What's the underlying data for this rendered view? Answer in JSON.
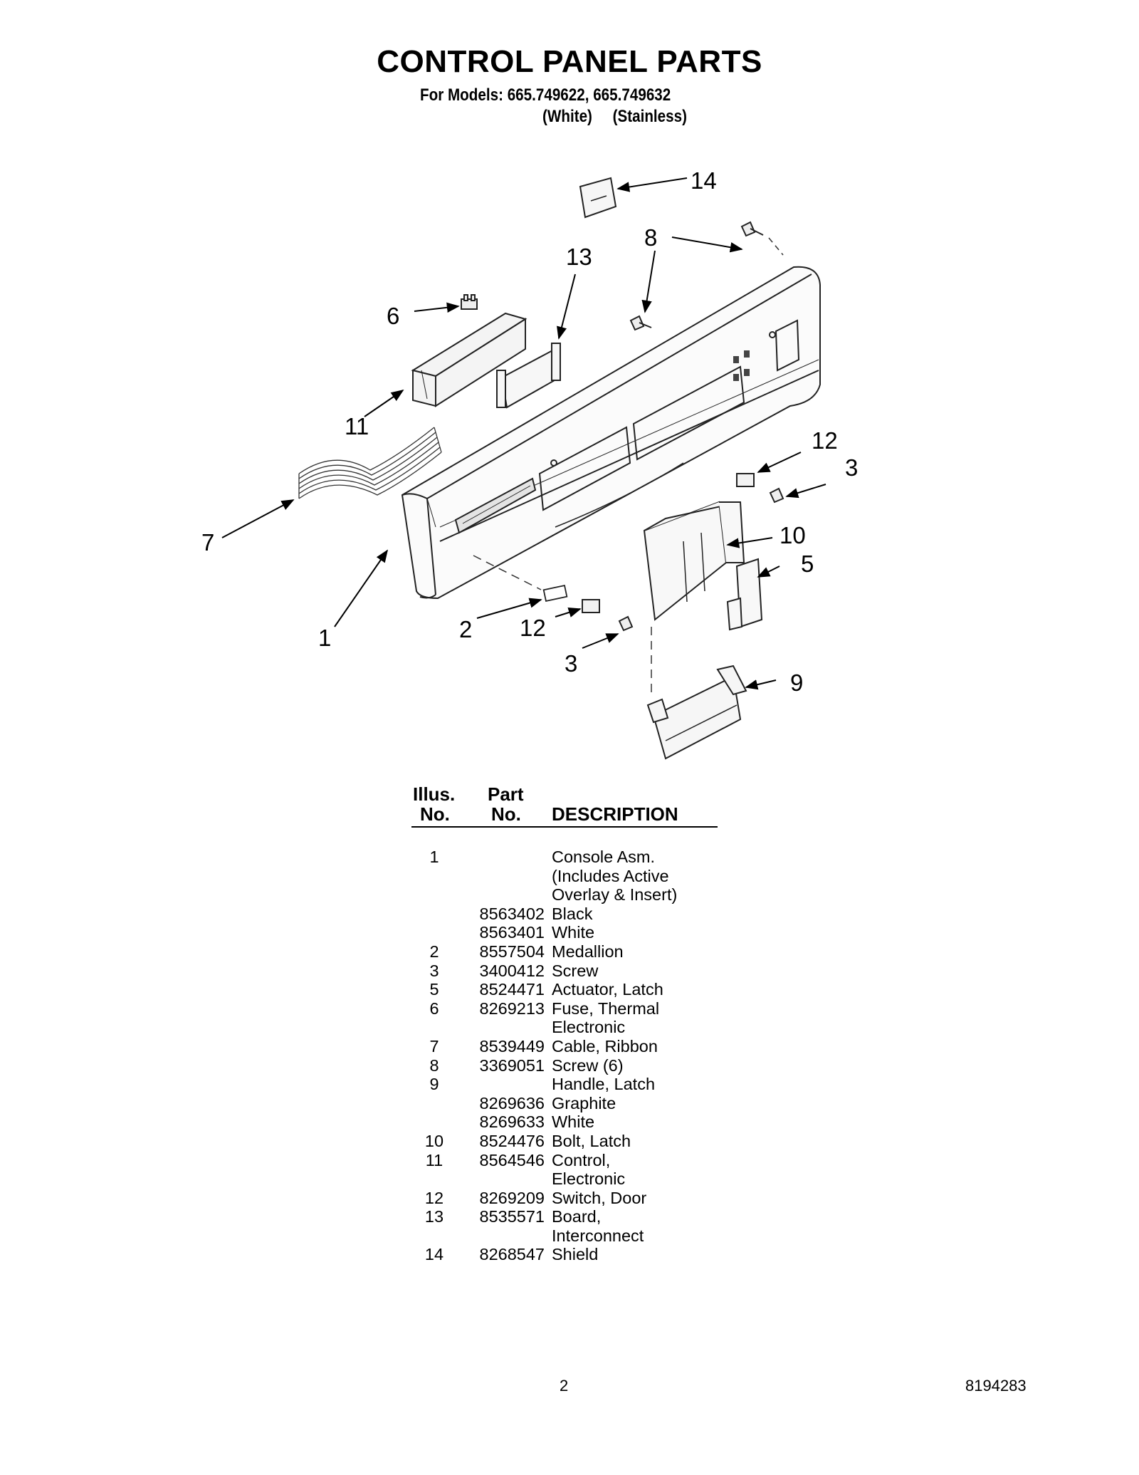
{
  "header": {
    "title": "CONTROL PANEL PARTS",
    "models_line": "For Models: 665.749622, 665.749632",
    "variants_line": "(White)     (Stainless)"
  },
  "diagram": {
    "callouts": {
      "c1": "1",
      "c2": "2",
      "c3a": "3",
      "c3b": "3",
      "c5": "5",
      "c6": "6",
      "c7": "7",
      "c8": "8",
      "c9": "9",
      "c10": "10",
      "c11": "11",
      "c12a": "12",
      "c12b": "12",
      "c13": "13",
      "c14": "14"
    }
  },
  "table": {
    "headers": {
      "illus_top": "Illus.",
      "illus_bottom": "No.",
      "part_top": "Part",
      "part_bottom": "No.",
      "description": "DESCRIPTION"
    },
    "rows": [
      {
        "illus": "1",
        "part": "",
        "desc": "Console Asm."
      },
      {
        "illus": "",
        "part": "",
        "desc": "(Includes Active"
      },
      {
        "illus": "",
        "part": "",
        "desc": "Overlay & Insert)"
      },
      {
        "illus": "",
        "part": "8563402",
        "desc": "Black"
      },
      {
        "illus": "",
        "part": "8563401",
        "desc": "White"
      },
      {
        "illus": "2",
        "part": "8557504",
        "desc": "Medallion"
      },
      {
        "illus": "3",
        "part": "3400412",
        "desc": "Screw"
      },
      {
        "illus": "5",
        "part": "8524471",
        "desc": "Actuator, Latch"
      },
      {
        "illus": "6",
        "part": "8269213",
        "desc": "Fuse, Thermal"
      },
      {
        "illus": "",
        "part": "",
        "desc": "Electronic"
      },
      {
        "illus": "7",
        "part": "8539449",
        "desc": "Cable, Ribbon"
      },
      {
        "illus": "8",
        "part": "3369051",
        "desc": "Screw (6)"
      },
      {
        "illus": "9",
        "part": "",
        "desc": "Handle, Latch"
      },
      {
        "illus": "",
        "part": "8269636",
        "desc": "Graphite"
      },
      {
        "illus": "",
        "part": "8269633",
        "desc": "White"
      },
      {
        "illus": "10",
        "part": "8524476",
        "desc": "Bolt, Latch"
      },
      {
        "illus": "11",
        "part": "8564546",
        "desc": "Control,"
      },
      {
        "illus": "",
        "part": "",
        "desc": "Electronic"
      },
      {
        "illus": "12",
        "part": "8269209",
        "desc": "Switch, Door"
      },
      {
        "illus": "13",
        "part": "8535571",
        "desc": "Board,"
      },
      {
        "illus": "",
        "part": "",
        "desc": "Interconnect"
      },
      {
        "illus": "14",
        "part": "8268547",
        "desc": "Shield"
      }
    ]
  },
  "footer": {
    "page_number": "2",
    "doc_number": "8194283"
  }
}
